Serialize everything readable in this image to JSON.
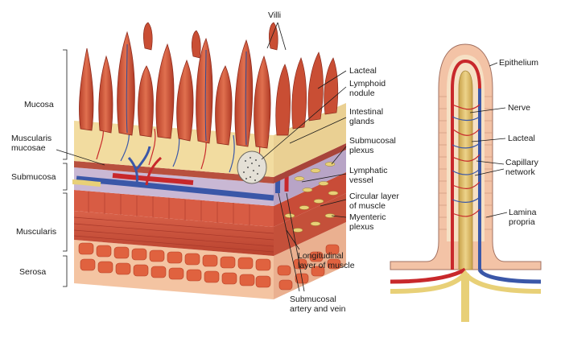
{
  "labels": {
    "villi": "Villi",
    "mucosa": "Mucosa",
    "muscularis_mucosae": "Muscularis\nmucosae",
    "submucosa": "Submucosa",
    "muscularis": "Muscularis",
    "serosa": "Serosa",
    "lacteal": "Lacteal",
    "lymphoid_nodule": "Lymphoid\nnodule",
    "intestinal_glands": "Intestinal\nglands",
    "submucosal_plexus": "Submucosal\nplexus",
    "lymphatic_vessel": "Lymphatic\nvessel",
    "circular_layer": "Circular layer\nof muscle",
    "myenteric_plexus": "Myenteric\nplexus",
    "longitudinal_layer": "Longitudinal\nlayer of muscle",
    "submucosal_artery_vein": "Submucosal\nartery and vein",
    "epithelium": "Epithelium",
    "nerve": "Nerve",
    "villus_lacteal": "Lacteal",
    "capillary_network": "Capillary\nnetwork",
    "lamina_propria": "Lamina\npropria"
  },
  "colors": {
    "villus": "#d8563a",
    "villus_dark": "#a83222",
    "mucosa_base": "#f2dca0",
    "submucosa": "#c7b9cf",
    "muscle": "#d0563e",
    "serosa_cell": "#e56a45",
    "vein": "#3a57a8",
    "artery": "#c8282b",
    "lymph": "#e8d077",
    "epithelium_cell": "#f3c3a6"
  }
}
